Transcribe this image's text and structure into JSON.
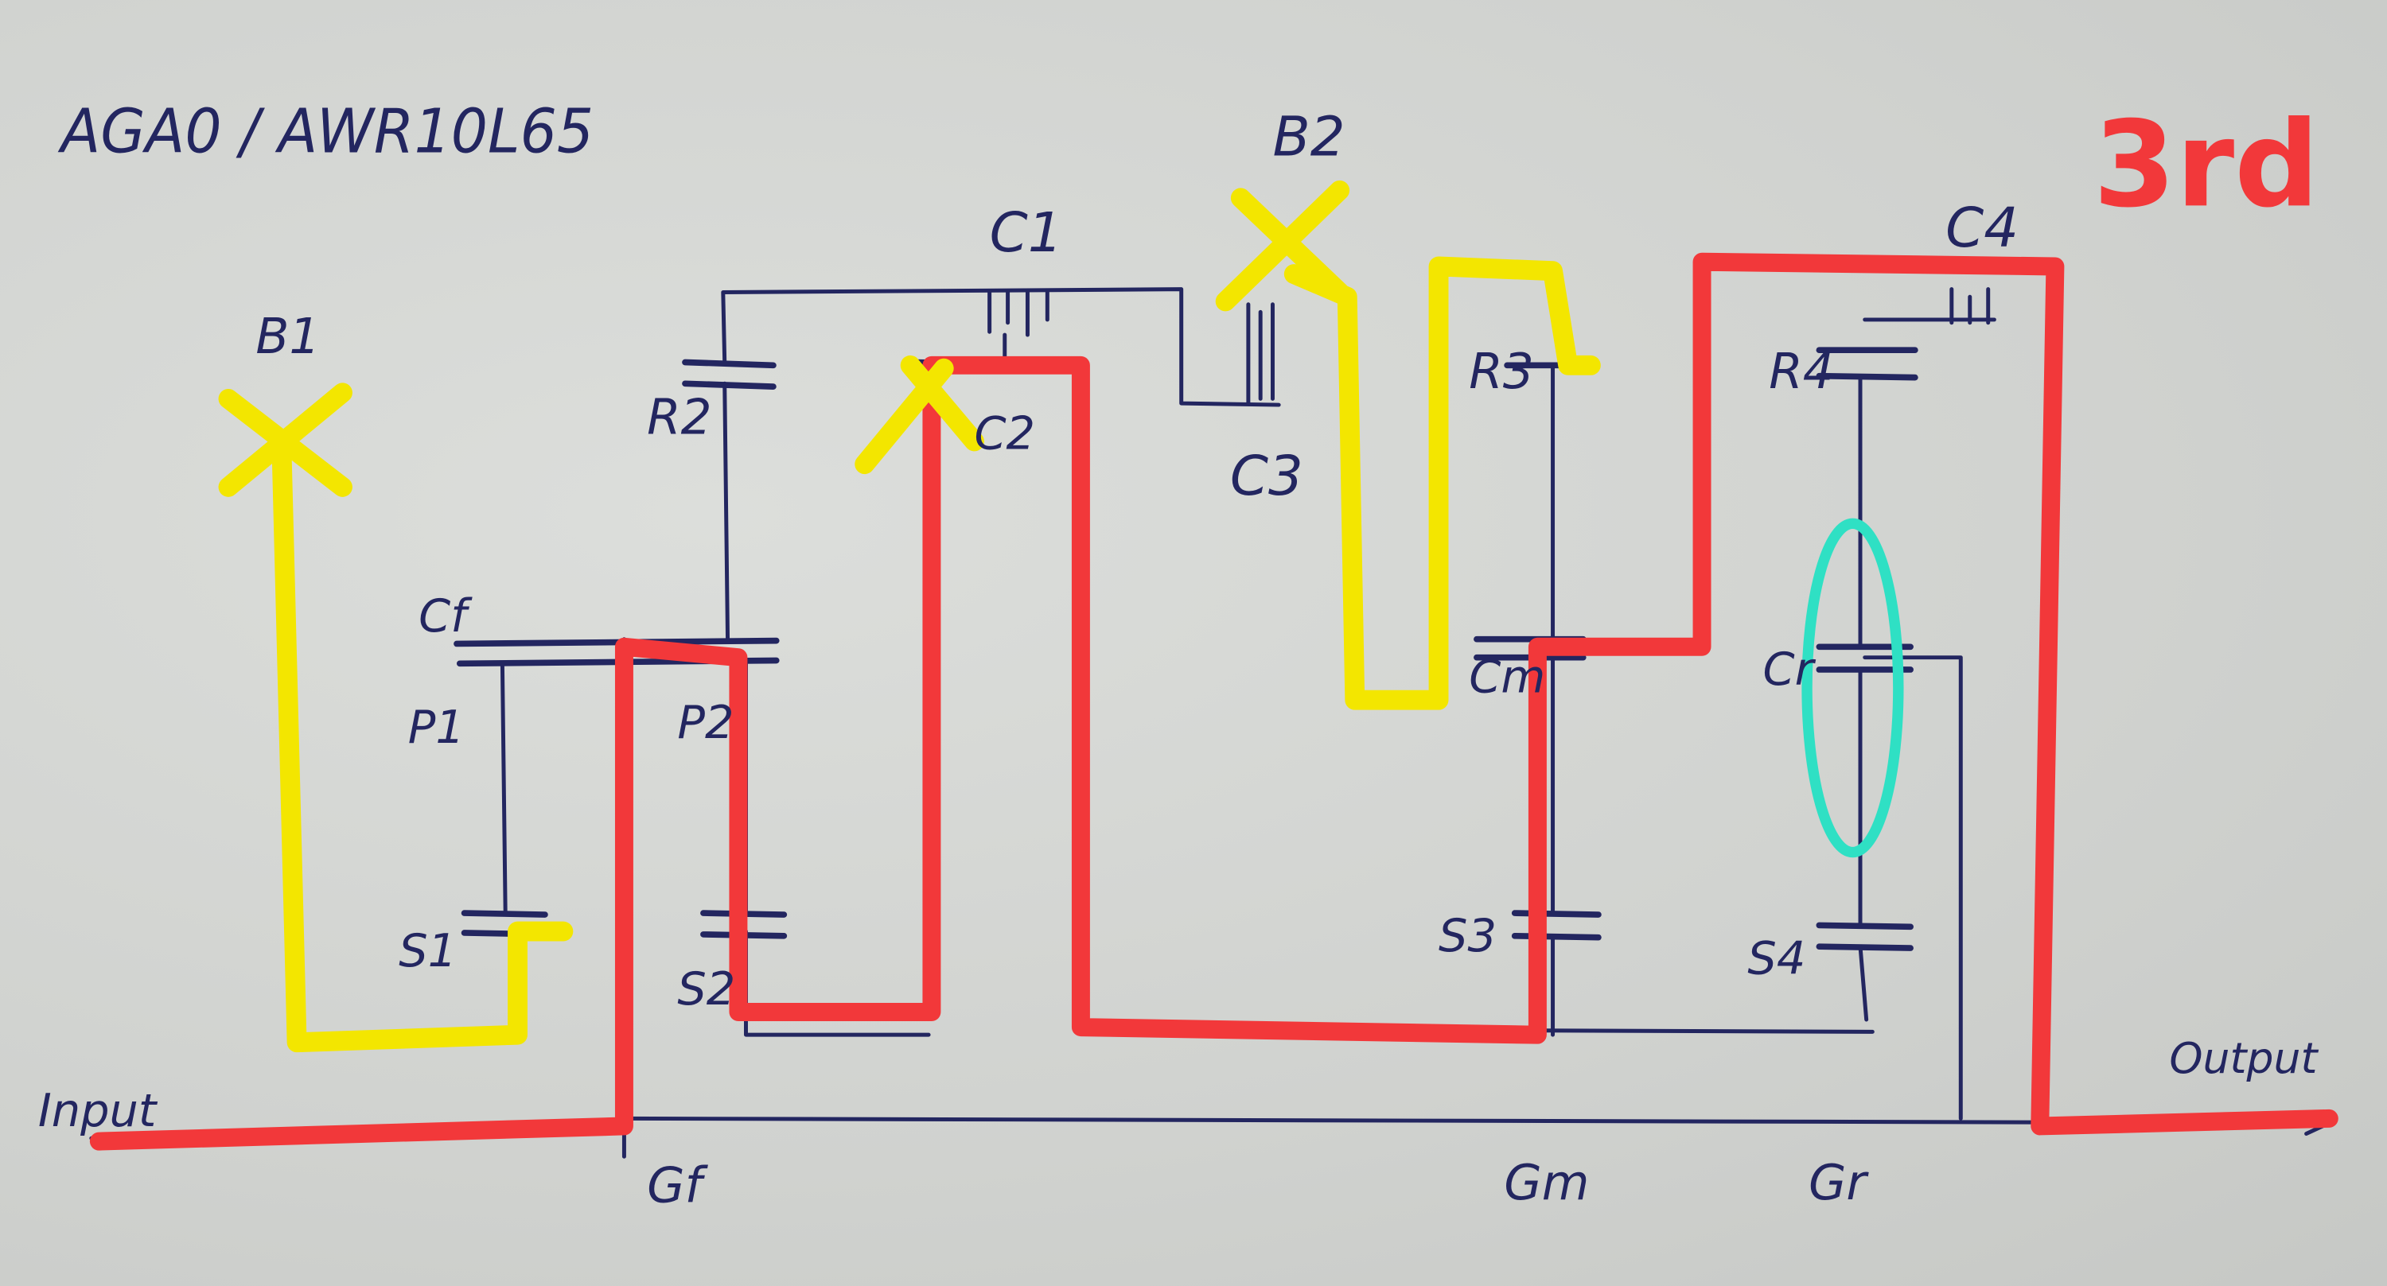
{
  "title": "AGA0 / AWR10L65",
  "stage_label": "3rd",
  "io": {
    "input": "Input",
    "output": "Output"
  },
  "components": {
    "b1": "B1",
    "b2": "B2",
    "c1": "C1",
    "c2": "C2",
    "c3": "C3",
    "c4": "C4",
    "r2": "R2",
    "r3": "R3",
    "r4": "R4",
    "cf": "Cf",
    "cm": "Cm",
    "cr": "Cr",
    "p1": "P1",
    "p2": "P2",
    "s1": "S1",
    "s2": "S2",
    "s3": "S3",
    "s4": "S4",
    "gf": "Gf",
    "gm": "Gm",
    "gr": "Gr"
  },
  "colors": {
    "ink": "#232660",
    "path_red": "#f2383a",
    "removed_yellow": "#f3e600",
    "highlight_cyan": "#2fe0c4"
  }
}
